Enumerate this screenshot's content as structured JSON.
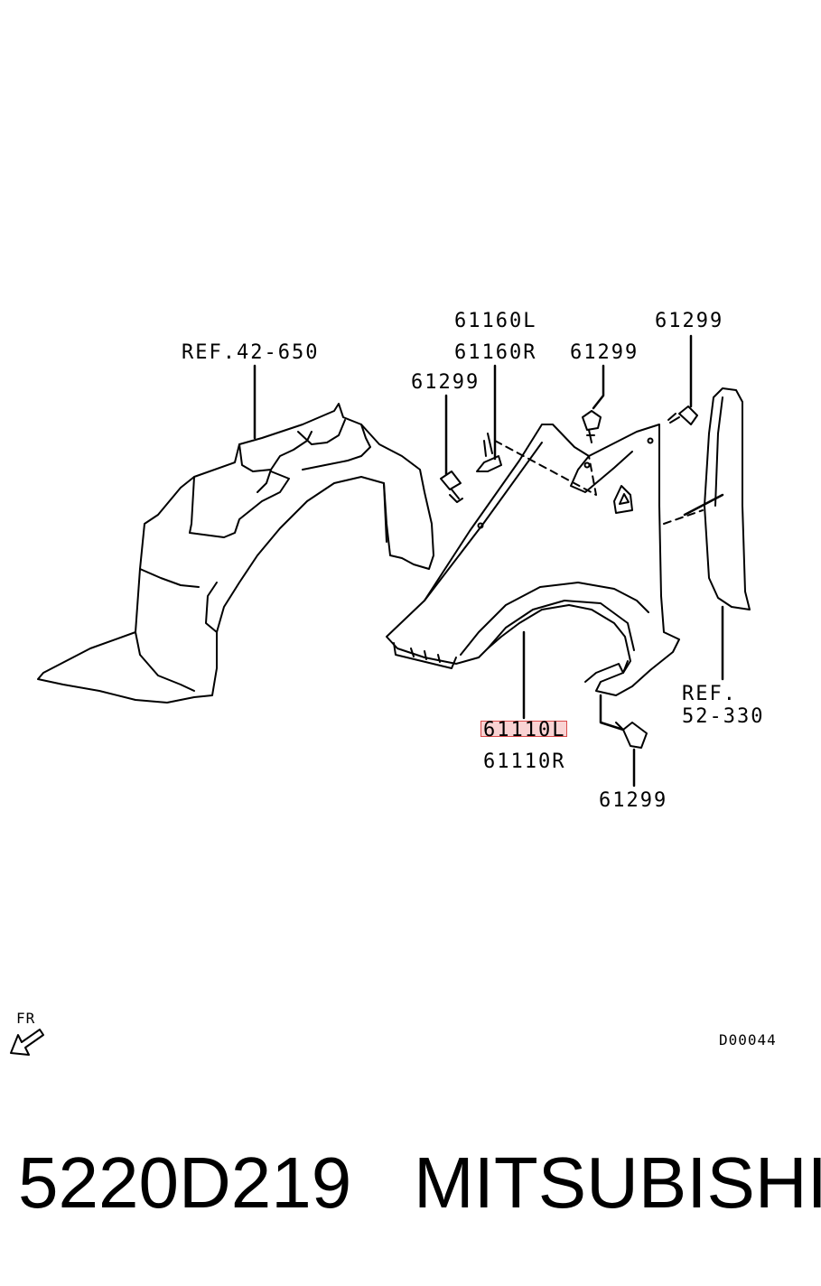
{
  "callouts": {
    "ref_42_650": "REF.42-650",
    "part_61160L": "61160L",
    "part_61160R": "61160R",
    "bolt_a": "61299",
    "bolt_b": "61299",
    "bolt_c": "61299",
    "bolt_d": "61299",
    "part_61110L": "61110L",
    "part_61110R": "61110R",
    "ref_52_line1": "REF.",
    "ref_52_line2": "52-330",
    "front_indicator": "FR",
    "diagram_code": "D00044"
  },
  "footer": {
    "part_number": "5220D219",
    "brand": "MITSUBISHI"
  },
  "colors": {
    "line": "#000000",
    "highlight_fill": "#f2b8b8",
    "highlight_border": "#d94a4a",
    "background": "#ffffff"
  }
}
